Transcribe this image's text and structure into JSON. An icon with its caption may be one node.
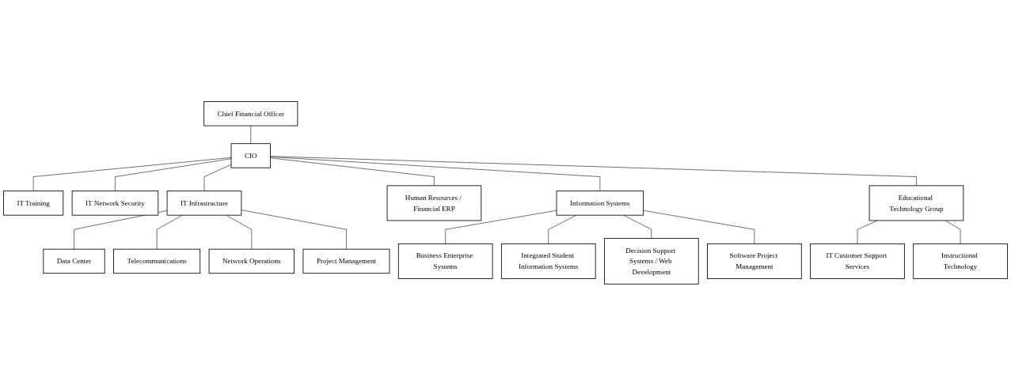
{
  "diagram": {
    "nodes": [
      {
        "text": [
          "Chief Financial Officer"
        ]
      },
      {
        "text": [
          "CIO"
        ]
      },
      {
        "text": [
          "IT Training"
        ]
      },
      {
        "text": [
          "IT Network Security"
        ]
      },
      {
        "text": [
          "IT Infrastructure"
        ]
      },
      {
        "text": [
          "Human Resources / Financial ERP"
        ]
      },
      {
        "text": [
          "Information Systems"
        ]
      },
      {
        "text": [
          "Educational Technology Group"
        ]
      },
      {
        "text": [
          "Data Center"
        ]
      },
      {
        "text": [
          "Telecommunications"
        ]
      },
      {
        "text": [
          "Network Operations"
        ]
      },
      {
        "text": [
          "Project Management"
        ]
      },
      {
        "text": [
          "Business Enterprise Systems"
        ]
      },
      {
        "text": [
          "Integrated Student Information Systems"
        ]
      },
      {
        "text": [
          "Decision Support Systems / Web Development"
        ]
      },
      {
        "text": [
          "Software Project Management"
        ]
      },
      {
        "text": [
          "IT Customer Support Services"
        ]
      },
      {
        "text": [
          "Instructional Technology"
        ]
      }
    ],
    "edges": [
      {
        "from": 0,
        "to": 1,
        "arrow": "none"
      },
      {
        "from": 1,
        "to": 2,
        "arrow": "none"
      },
      {
        "from": 1,
        "to": 3,
        "arrow": "none"
      },
      {
        "from": 1,
        "to": 4,
        "arrow": "none"
      },
      {
        "from": 1,
        "to": 5,
        "arrow": "none"
      },
      {
        "from": 1,
        "to": 6,
        "arrow": "none"
      },
      {
        "from": 1,
        "to": 7,
        "arrow": "none"
      },
      {
        "from": 4,
        "to": 8,
        "arrow": "none"
      },
      {
        "from": 4,
        "to": 9,
        "arrow": "none"
      },
      {
        "from": 4,
        "to": 10,
        "arrow": "none"
      },
      {
        "from": 4,
        "to": 11,
        "arrow": "none"
      },
      {
        "from": 6,
        "to": 12,
        "arrow": "none"
      },
      {
        "from": 6,
        "to": 13,
        "arrow": "none"
      },
      {
        "from": 6,
        "to": 14,
        "arrow": "none"
      },
      {
        "from": 6,
        "to": 15,
        "arrow": "none"
      },
      {
        "from": 7,
        "to": 16,
        "arrow": "none"
      },
      {
        "from": 7,
        "to": 17,
        "arrow": "none"
      }
    ]
  }
}
